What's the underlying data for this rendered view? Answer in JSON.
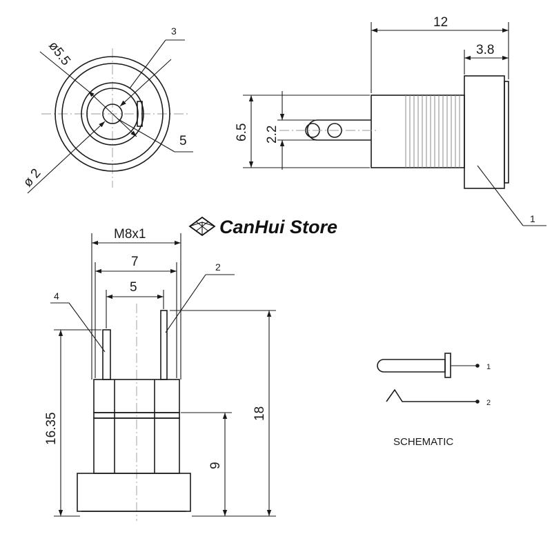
{
  "brand": {
    "name": "CanHui Store",
    "logo_icon": "diamond-cube-icon"
  },
  "front_view": {
    "dims": {
      "outer_diameter": "ø5.5",
      "inner_diameter": "ø 2"
    },
    "callouts": {
      "part3": "3",
      "part5": "5"
    }
  },
  "side_view": {
    "dims": {
      "length": "12",
      "head": "3.8",
      "height": "6.5",
      "pin_gap": "2.2"
    },
    "callouts": {
      "part1": "1"
    }
  },
  "pin_view": {
    "dims": {
      "thread": "M8x1",
      "width7": "7",
      "width5": "5",
      "h1635": "16.35",
      "h18": "18",
      "h9": "9"
    },
    "callouts": {
      "part4": "4",
      "part2": "2"
    }
  },
  "schematic": {
    "title": "SCHEMATIC",
    "pin1": "1",
    "pin2": "2"
  }
}
